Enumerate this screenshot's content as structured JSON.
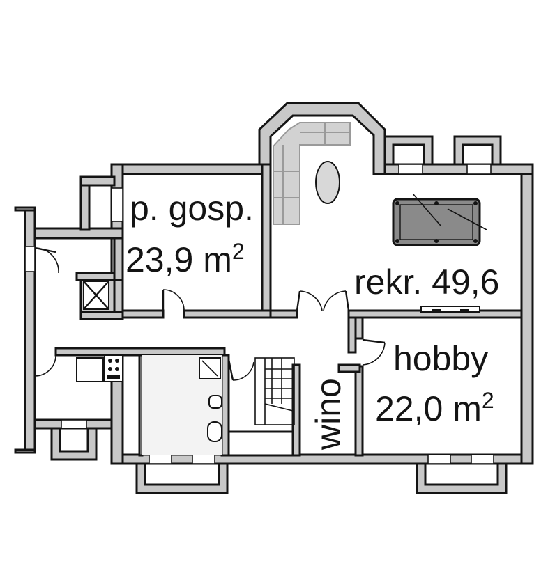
{
  "rooms": [
    {
      "id": "utility",
      "label": "p. gosp.",
      "area": "23,9 m",
      "area_sup": "2"
    },
    {
      "id": "recreation",
      "label": "rekr. 49,6"
    },
    {
      "id": "hobby",
      "label": "hobby",
      "area": "22,0 m",
      "area_sup": "2"
    },
    {
      "id": "wine",
      "label": "wino"
    }
  ],
  "colors": {
    "wall_fill": "#c8c8c8",
    "wall_outline": "#141414",
    "billiard_table": "#8a8a8a",
    "sofa": "#d2d2d2",
    "background": "#ffffff"
  }
}
